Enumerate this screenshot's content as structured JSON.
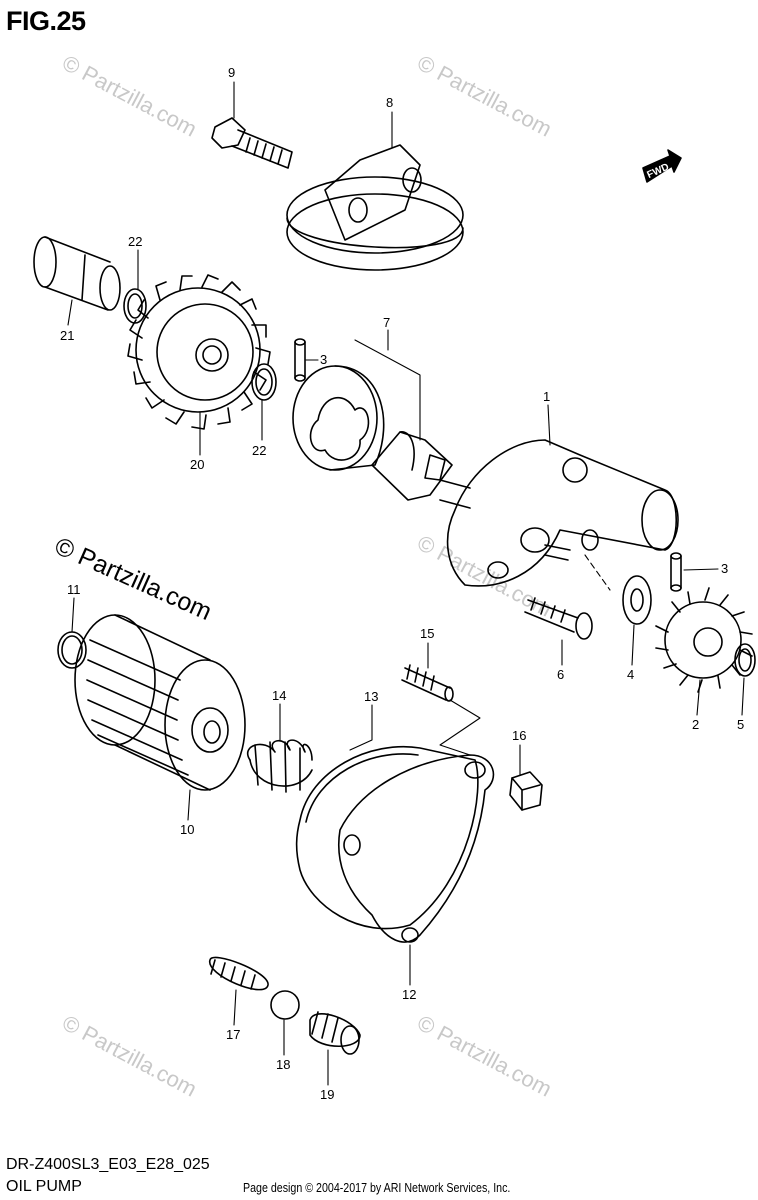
{
  "figure_title": "FIG.25",
  "model_code": "DR-Z400SL3_E03_E28_025",
  "section_name": "OIL PUMP",
  "credit": "Page design © 2004-2017 by ARI Network Services, Inc.",
  "watermark_text": "© Partzilla.com",
  "direction_badge": "FWD",
  "callouts": {
    "c1": "1",
    "c2": "2",
    "c3a": "3",
    "c3b": "3",
    "c4": "4",
    "c5": "5",
    "c6": "6",
    "c7": "7",
    "c8": "8",
    "c9": "9",
    "c10": "10",
    "c11": "11",
    "c12": "12",
    "c13": "13",
    "c14": "14",
    "c15": "15",
    "c16": "16",
    "c17": "17",
    "c18": "18",
    "c19": "19",
    "c20": "20",
    "c21": "21",
    "c22a": "22",
    "c22b": "22"
  }
}
